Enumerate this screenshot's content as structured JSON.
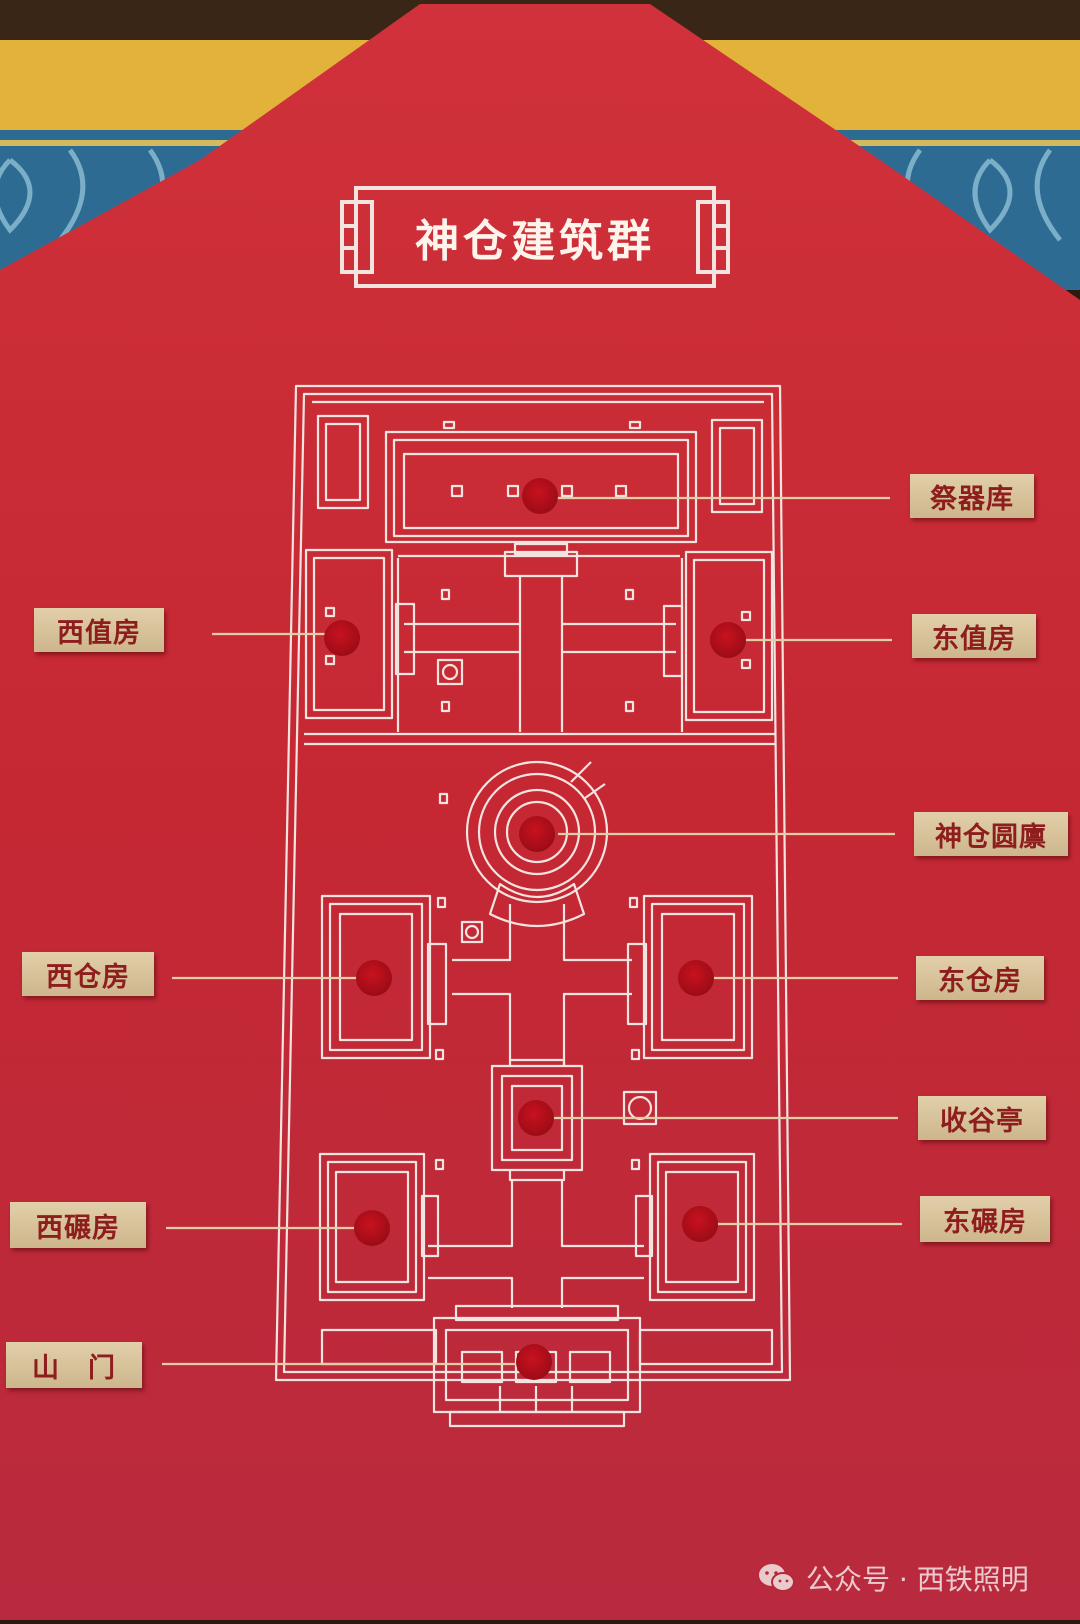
{
  "title": "神仓建筑群",
  "labels": {
    "jiqiku": "祭器库",
    "xizhifang": "西值房",
    "dongzhifang": "东值房",
    "shencang_yuanlin": "神仓圆廪",
    "xicangfang": "西仓房",
    "dongcangfang": "东仓房",
    "shouguting": "收谷亭",
    "xinianfang": "西碾房",
    "dongnianfang": "东碾房",
    "shanmen": "山　门"
  },
  "watermark": {
    "text": "公众号 · 西铁照明",
    "icon": "wechat-icon"
  },
  "colors": {
    "board_red": "#c62a33",
    "line_white": "#f4e4e0",
    "label_gold": "#d8c29a",
    "label_text": "#8e1d1d",
    "marker_red": "#b00f1a",
    "ceiling_yellow": "#e6b83c",
    "ceiling_blue": "#2f6f9a"
  }
}
